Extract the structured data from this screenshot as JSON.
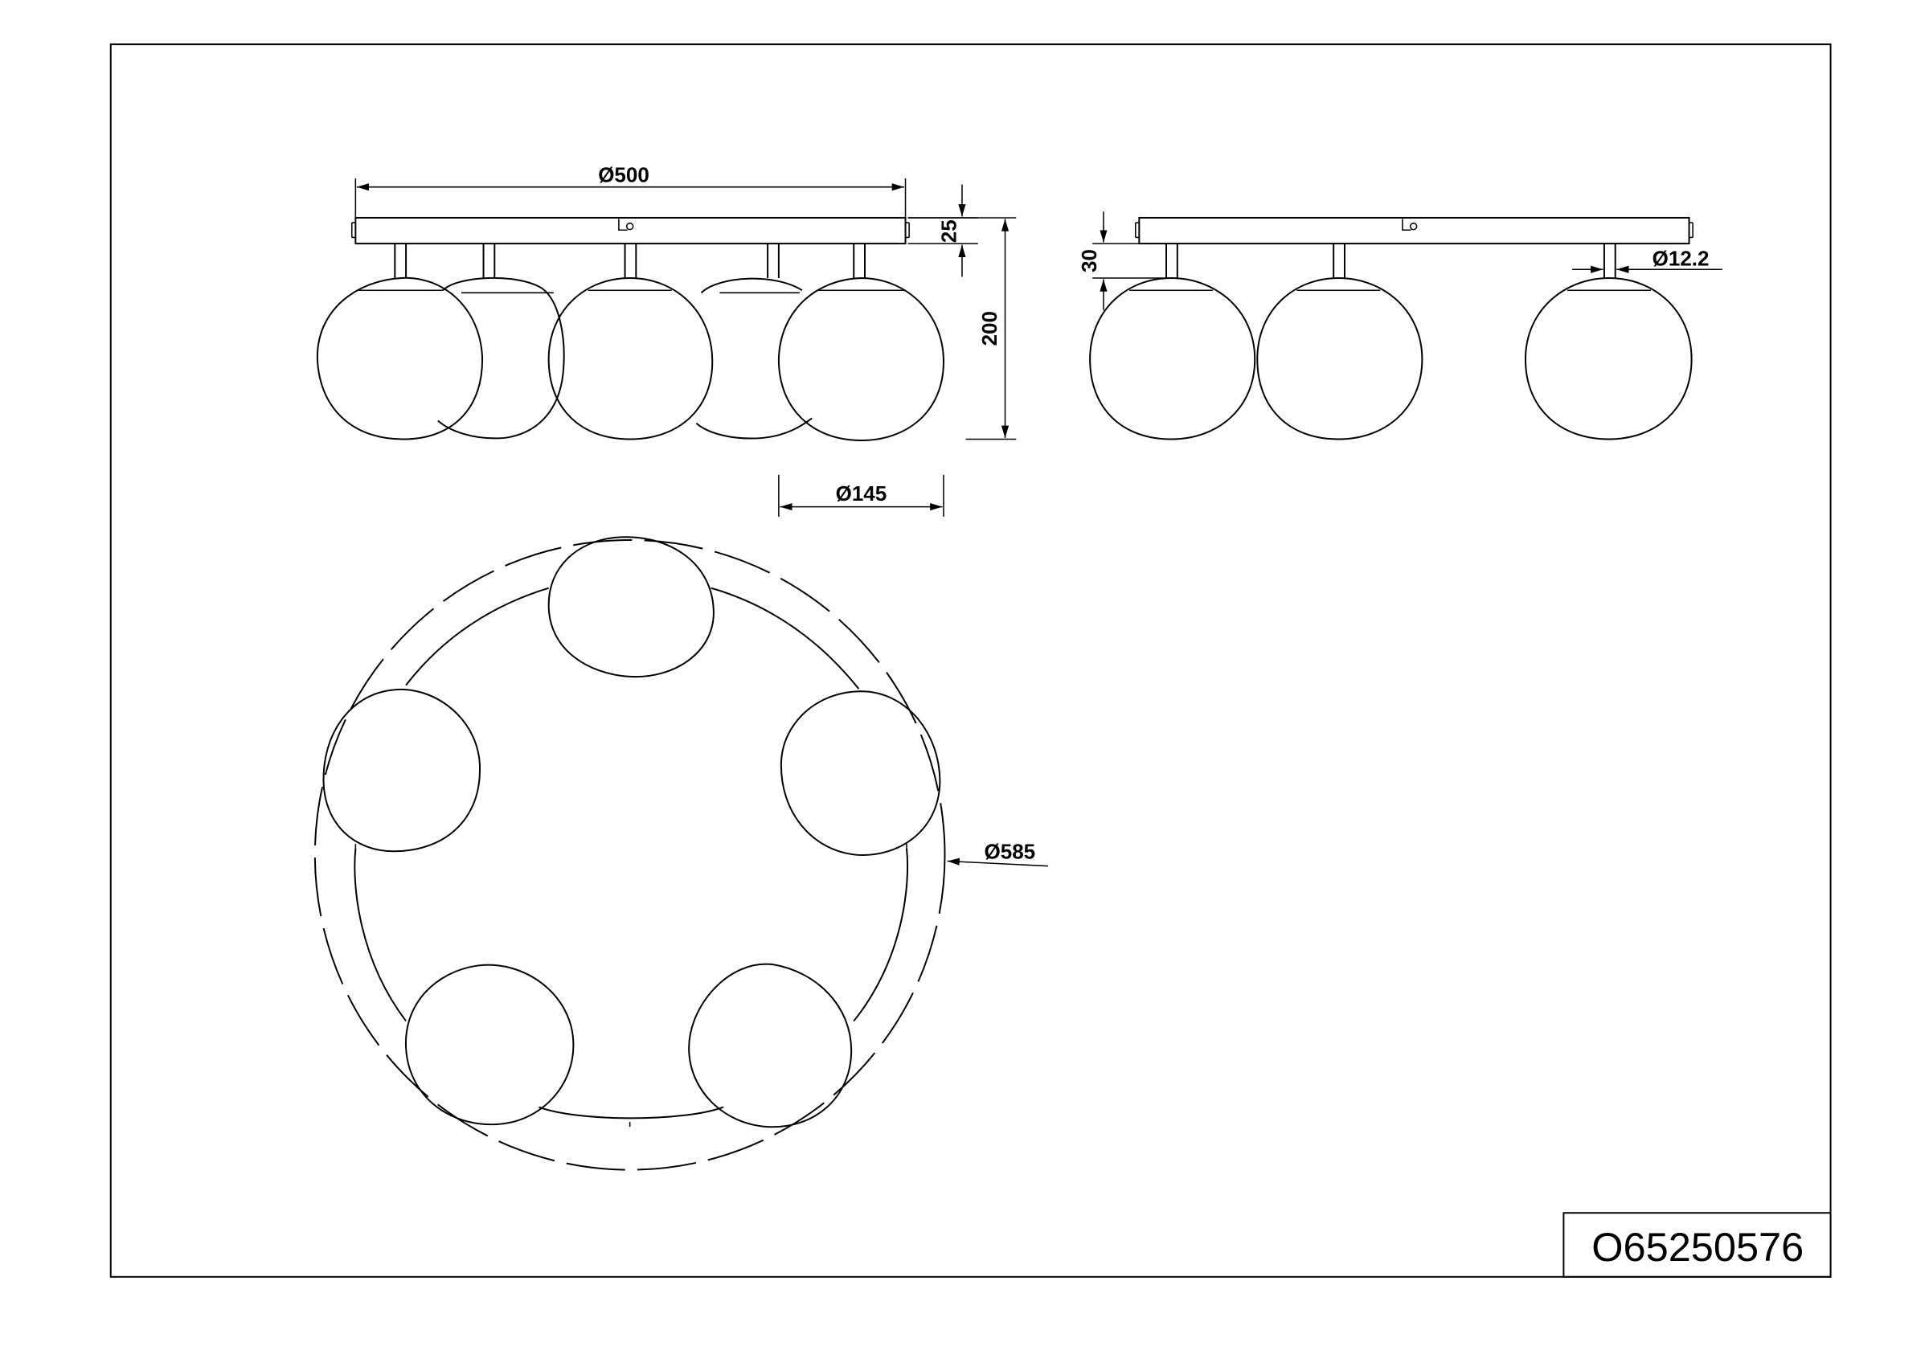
{
  "drawing": {
    "code": "O65250576",
    "dimensions": {
      "width_canopy": "Ø500",
      "canopy_height": "25",
      "total_height": "200",
      "shade_diameter": "Ø145",
      "arm_height": "30",
      "arm_diameter": "Ø12.2",
      "overall_diameter": "Ø585"
    }
  }
}
